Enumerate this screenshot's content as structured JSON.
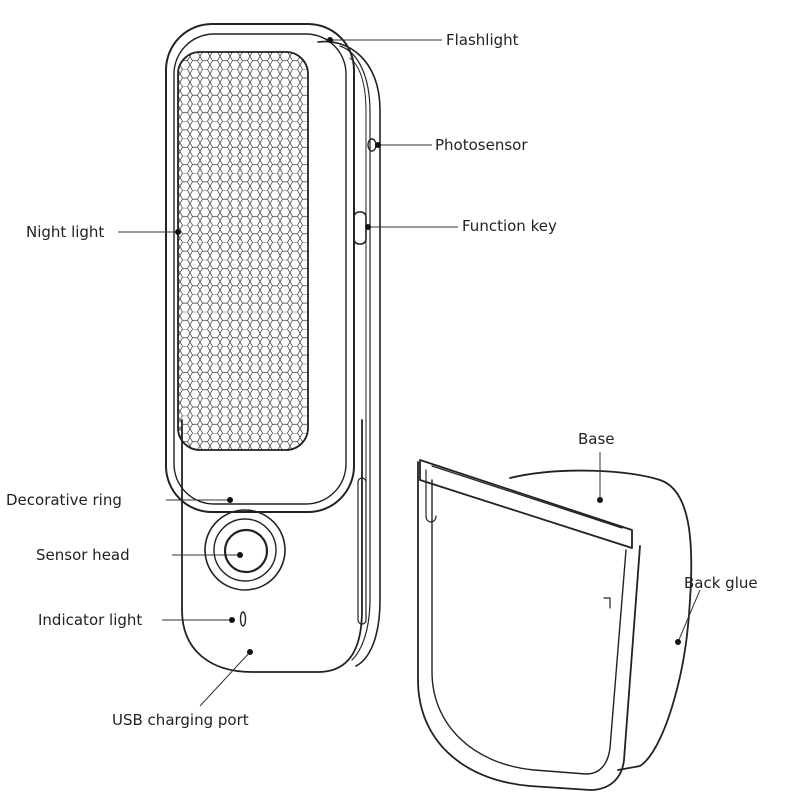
{
  "labels": {
    "flashlight": "Flashlight",
    "photosensor": "Photosensor",
    "function_key": "Function key",
    "night_light": "Night light",
    "base": "Base",
    "back_glue": "Back glue",
    "decorative_ring": "Decorative ring",
    "sensor_head": "Sensor head",
    "indicator_light": "Indicator light",
    "usb_charging_port": "USB charging port"
  },
  "colors": {
    "line": "#222222",
    "background": "#ffffff"
  }
}
